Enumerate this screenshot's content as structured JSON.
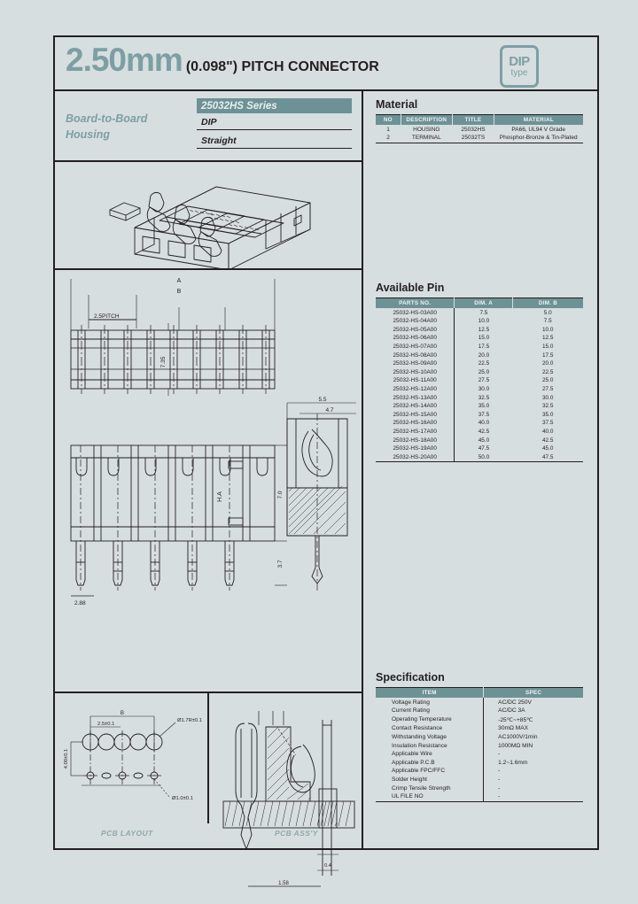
{
  "header": {
    "pitch_mm": "2.50mm",
    "pitch_text": "(0.098\") PITCH CONNECTOR",
    "logo_line1": "DIP",
    "logo_line2": "type"
  },
  "series": {
    "category_line1": "Board-to-Board",
    "category_line2": "Housing",
    "series_name": "25032HS Series",
    "type": "DIP",
    "orientation": "Straight"
  },
  "material": {
    "title": "Material",
    "columns": [
      "NO",
      "DESCRIPTION",
      "TITLE",
      "MATERIAL"
    ],
    "rows": [
      [
        "1",
        "HOUSING",
        "25032HS",
        "PA66, UL94 V Grade"
      ],
      [
        "2",
        "TERMINAL",
        "25032TS",
        "Phosphor-Bronze & Tin-Plated"
      ]
    ]
  },
  "available_pin": {
    "title": "Available Pin",
    "columns": [
      "PARTS NO.",
      "DIM. A",
      "DIM. B"
    ],
    "rows": [
      [
        "25032-HS-03A00",
        "7.5",
        "5.0"
      ],
      [
        "25032-HS-04A00",
        "10.0",
        "7.5"
      ],
      [
        "25032-HS-05A00",
        "12.5",
        "10.0"
      ],
      [
        "25032-HS-06A00",
        "15.0",
        "12.5"
      ],
      [
        "25032-HS-07A00",
        "17.5",
        "15.0"
      ],
      [
        "25032-HS-08A00",
        "20.0",
        "17.5"
      ],
      [
        "25032-HS-09A00",
        "22.5",
        "20.0"
      ],
      [
        "25032-HS-10A00",
        "25.0",
        "22.5"
      ],
      [
        "25032-HS-11A00",
        "27.5",
        "25.0"
      ],
      [
        "25032-HS-12A00",
        "30.0",
        "27.5"
      ],
      [
        "25032-HS-13A00",
        "32.5",
        "30.0"
      ],
      [
        "25032-HS-14A00",
        "35.0",
        "32.5"
      ],
      [
        "25032-HS-15A00",
        "37.5",
        "35.0"
      ],
      [
        "25032-HS-16A00",
        "40.0",
        "37.5"
      ],
      [
        "25032-HS-17A00",
        "42.5",
        "40.0"
      ],
      [
        "25032-HS-18A00",
        "45.0",
        "42.5"
      ],
      [
        "25032-HS-19A00",
        "47.5",
        "45.0"
      ],
      [
        "25032-HS-20A00",
        "50.0",
        "47.5"
      ]
    ]
  },
  "specification": {
    "title": "Specification",
    "columns": [
      "ITEM",
      "SPEC"
    ],
    "rows": [
      [
        "Voltage Rating",
        "AC/DC 250V"
      ],
      [
        "Current Rating",
        "AC/DC 3A"
      ],
      [
        "Operating Temperature",
        "-25℃~+85℃"
      ],
      [
        "Contact Resistance",
        "30mΩ MAX"
      ],
      [
        "Withstanding Voltage",
        "AC1000V/1min"
      ],
      [
        "Insulation Resistance",
        "1000MΩ MIN"
      ],
      [
        "Applicable Wire",
        "-"
      ],
      [
        "Applicable P.C.B",
        "1.2~1.6mm"
      ],
      [
        "Applicable FPC/FFC",
        "-"
      ],
      [
        "Solder Height",
        "-"
      ],
      [
        "Crimp Tensile Strength",
        "-"
      ],
      [
        "UL FILE NO",
        "-"
      ]
    ]
  },
  "drawings": {
    "iso_caption": "",
    "pcb_layout_caption": "PCB LAYOUT",
    "pcb_assy_caption": "PCB ASS'Y",
    "dim_a": "A",
    "dim_b": "B",
    "dim_pitch": "2.5PITCH",
    "dim_735": "7.35",
    "dim_55": "5.5",
    "dim_47": "4.7",
    "dim_70": "7.0",
    "dim_37": "3.7",
    "dim_ha": "H.A",
    "dim_288": "2.88",
    "dim_layout_b": "B",
    "dim_layout_pitch": "2.5±0.1",
    "dim_layout_400": "4.00±0.1",
    "dim_hole_large": "Ø1.7R±0.1",
    "dim_hole_small": "Ø1.0±0.1",
    "dim_assy_158": "1.58",
    "dim_assy_04": "0.4"
  },
  "colors": {
    "accent_teal": "#6d9296",
    "title_teal": "#7d9fa3",
    "ink": "#231f20",
    "background": "#d7dee0"
  }
}
